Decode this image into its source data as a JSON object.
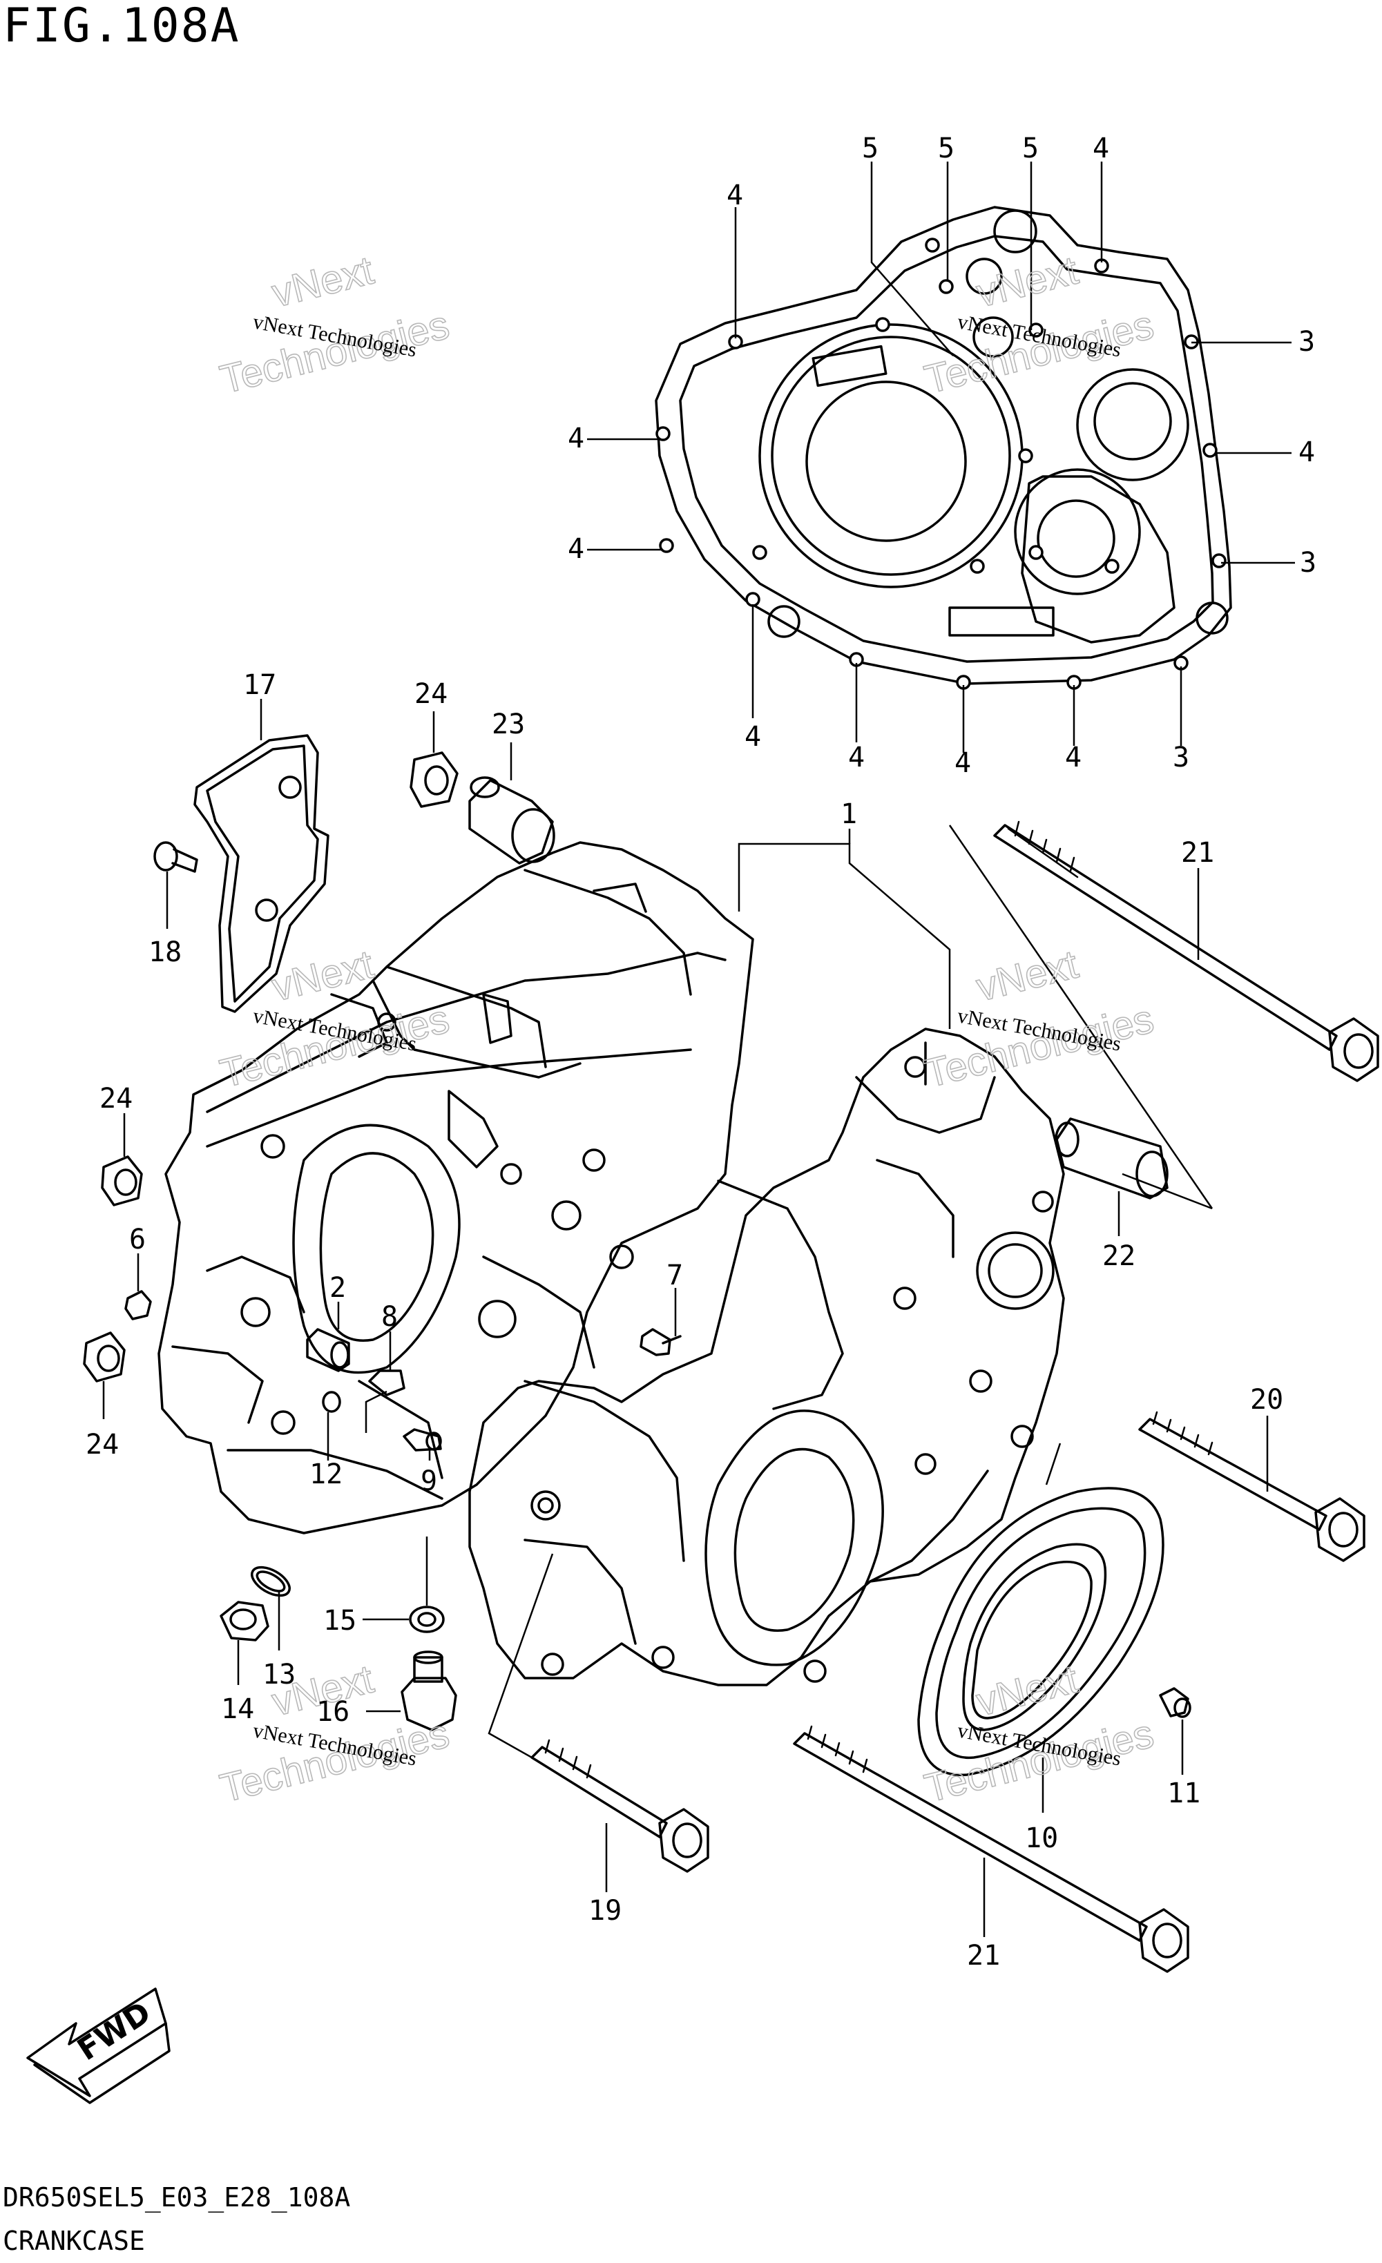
{
  "figure": {
    "title": "FIG.108A",
    "code": "DR650SEL5_E03_E28_108A",
    "name": "CRANKCASE"
  },
  "watermark": {
    "line1": "vNext Technologies",
    "line2": "Technologies",
    "line3": "vNext"
  },
  "fwd_label": "FWD",
  "callouts": [
    "5",
    "5",
    "5",
    "4",
    "4",
    "3",
    "4",
    "4",
    "4",
    "3",
    "4",
    "4",
    "4",
    "4",
    "3",
    "17",
    "24",
    "23",
    "1",
    "21",
    "18",
    "24",
    "6",
    "2",
    "8",
    "7",
    "22",
    "24",
    "12",
    "9",
    "20",
    "15",
    "13",
    "14",
    "16",
    "11",
    "10",
    "19",
    "21"
  ],
  "colors": {
    "line": "#000000",
    "background": "#ffffff",
    "watermark": "#b8b8b8"
  }
}
